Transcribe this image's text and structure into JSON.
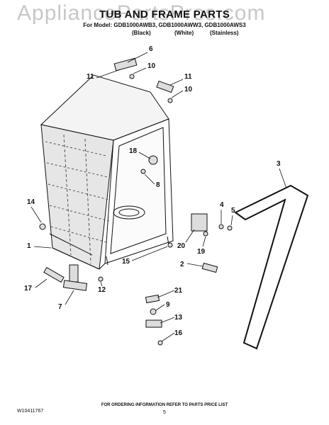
{
  "watermark": "AppliancePartsPros.com",
  "header": {
    "title": "TUB AND FRAME PARTS",
    "models": "For Model: GDB1000AWB3, GDB1000AWW3, GDB1000AWS3",
    "finish_black": "(Black)",
    "finish_white": "(White)",
    "finish_stainless": "(Stainless)"
  },
  "callouts": {
    "c6": "6",
    "c10a": "10",
    "c11a": "11",
    "c11b": "11",
    "c10b": "10",
    "c3": "3",
    "c18": "18",
    "c8": "8",
    "c14": "14",
    "c4": "4",
    "c5": "5",
    "c1": "1",
    "c20": "20",
    "c19": "19",
    "c15": "15",
    "c2": "2",
    "c17": "17",
    "c12": "12",
    "c7": "7",
    "c21": "21",
    "c9": "9",
    "c13": "13",
    "c16": "16"
  },
  "footer": {
    "doc_number": "W10411767",
    "ordering": "FOR ORDERING INFORMATION REFER TO PARTS PRICE LIST",
    "page": "5"
  }
}
